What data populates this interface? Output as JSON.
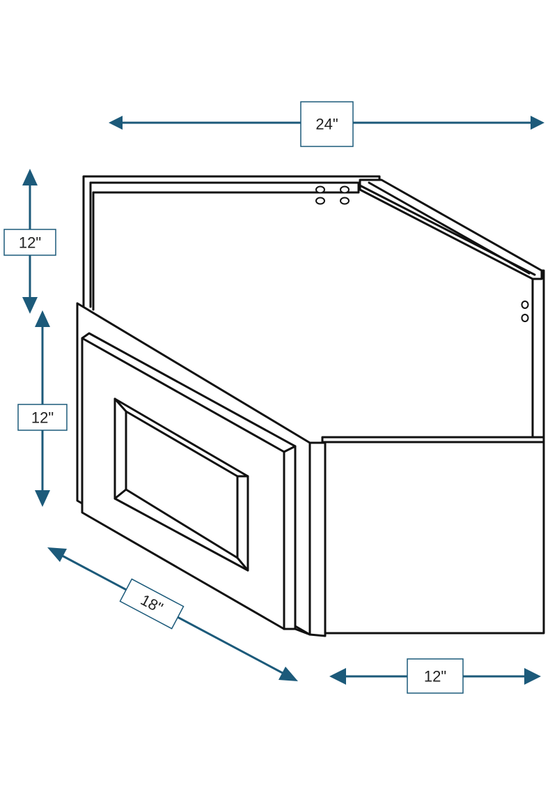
{
  "colors": {
    "dimension": "#1c5a7a",
    "outline": "#111111",
    "background": "#ffffff"
  },
  "dimensions": {
    "width_top": "24\"",
    "height_upper": "12\"",
    "height_lower": "12\"",
    "depth_diagonal": "18\"",
    "width_bottom": "12\""
  }
}
